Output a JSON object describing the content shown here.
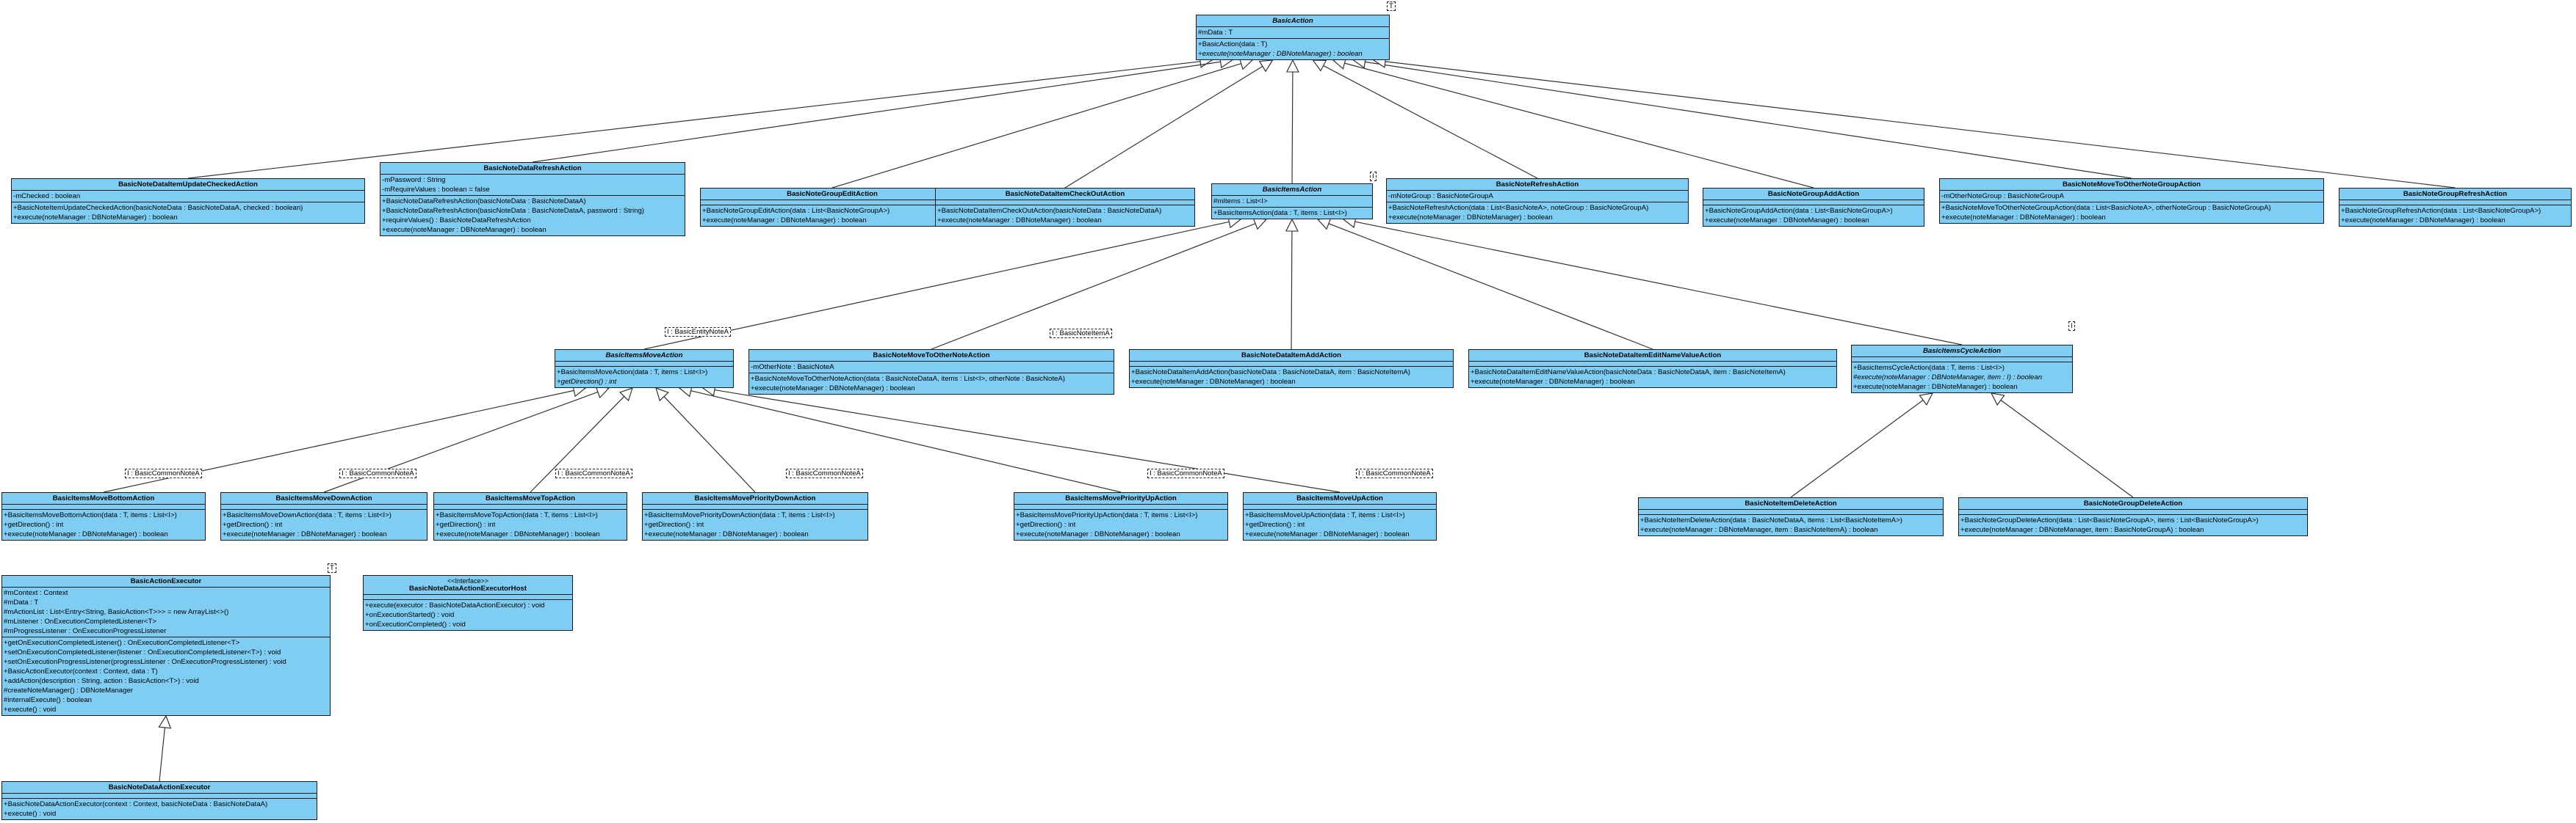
{
  "classes": [
    {
      "id": "basic_action",
      "name": "BasicAction",
      "abstract": true,
      "type_param": "T",
      "fields": [
        "#mData : T"
      ],
      "methods": [
        {
          "t": "+BasicAction(data : T)"
        },
        {
          "t": "+execute(noteManager : DBNoteManager) : boolean",
          "abs": true
        }
      ]
    },
    {
      "id": "update_checked",
      "name": "BasicNoteDataItemUpdateCheckedAction",
      "fields": [
        "-mChecked : boolean"
      ],
      "methods": [
        {
          "t": "+BasicNoteItemUpdateCheckedAction(basicNoteData : BasicNoteDataA, checked : boolean)"
        },
        {
          "t": "+execute(noteManager : DBNoteManager) : boolean"
        }
      ]
    },
    {
      "id": "refresh_action",
      "name": "BasicNoteDataRefreshAction",
      "fields": [
        "-mPassword : String",
        "-mRequireValues : boolean = false"
      ],
      "methods": [
        {
          "t": "+BasicNoteDataRefreshAction(basicNoteData : BasicNoteDataA)"
        },
        {
          "t": "+BasicNoteDataRefreshAction(basicNoteData : BasicNoteDataA, password : String)"
        },
        {
          "t": "+requireValues() : BasicNoteDataRefreshAction"
        },
        {
          "t": "+execute(noteManager : DBNoteManager) : boolean"
        }
      ]
    },
    {
      "id": "group_edit",
      "name": "BasicNoteGroupEditAction",
      "fields": [],
      "methods": [
        {
          "t": "+BasicNoteGroupEditAction(data : List<BasicNoteGroupA>)"
        },
        {
          "t": "+execute(noteManager : DBNoteManager) : boolean"
        }
      ]
    },
    {
      "id": "checkout",
      "name": "BasicNoteDataItemCheckOutAction",
      "fields": [],
      "methods": [
        {
          "t": "+BasicNoteDataItemCheckOutAction(basicNoteData : BasicNoteDataA)"
        },
        {
          "t": "+execute(noteManager : DBNoteManager) : boolean"
        }
      ]
    },
    {
      "id": "items_action",
      "name": "BasicItemsAction",
      "abstract": true,
      "type_param": "I",
      "fields": [
        "#mItems : List<I>"
      ],
      "methods": [
        {
          "t": "+BasicItemsAction(data : T, items : List<I>)"
        }
      ]
    },
    {
      "id": "note_refresh",
      "name": "BasicNoteRefreshAction",
      "fields": [
        "-mNoteGroup : BasicNoteGroupA"
      ],
      "methods": [
        {
          "t": "+BasicNoteRefreshAction(data : List<BasicNoteA>, noteGroup : BasicNoteGroupA)"
        },
        {
          "t": "+execute(noteManager : DBNoteManager) : boolean"
        }
      ]
    },
    {
      "id": "group_add",
      "name": "BasicNoteGroupAddAction",
      "fields": [],
      "methods": [
        {
          "t": "+BasicNoteGroupAddAction(data : List<BasicNoteGroupA>)"
        },
        {
          "t": "+execute(noteManager : DBNoteManager) : boolean"
        }
      ]
    },
    {
      "id": "move_other_group",
      "name": "BasicNoteMoveToOtherNoteGroupAction",
      "fields": [
        "-mOtherNoteGroup : BasicNoteGroupA"
      ],
      "methods": [
        {
          "t": "+BasicNoteMoveToOtherNoteGroupAction(data : List<BasicNoteA>, otherNoteGroup : BasicNoteGroupA)"
        },
        {
          "t": "+execute(noteManager : DBNoteManager) : boolean"
        }
      ]
    },
    {
      "id": "group_refresh",
      "name": "BasicNoteGroupRefreshAction",
      "fields": [],
      "methods": [
        {
          "t": "+BasicNoteGroupRefreshAction(data : List<BasicNoteGroupA>)"
        },
        {
          "t": "+execute(noteManager : DBNoteManager) : boolean"
        }
      ]
    },
    {
      "id": "move_action",
      "name": "BasicItemsMoveAction",
      "abstract": true,
      "type_param": "I : BasicEntityNoteA",
      "fields": [],
      "methods": [
        {
          "t": "+BasicItemsMoveAction(data : T, items : List<I>)"
        },
        {
          "t": "+getDirection() : int",
          "abs": true
        }
      ]
    },
    {
      "id": "move_other_note",
      "name": "BasicNoteMoveToOtherNoteAction",
      "type_param": "I : BasicNoteItemA",
      "fields": [
        "-mOtherNote : BasicNoteA"
      ],
      "methods": [
        {
          "t": "+BasicNoteMoveToOtherNoteAction(data : BasicNoteDataA, items : List<I>, otherNote : BasicNoteA)"
        },
        {
          "t": "+execute(noteManager : DBNoteManager) : boolean"
        }
      ]
    },
    {
      "id": "item_add",
      "name": "BasicNoteDataItemAddAction",
      "fields": [],
      "methods": [
        {
          "t": "+BasicNoteDataItemAddAction(basicNoteData : BasicNoteDataA, item : BasicNoteItemA)"
        },
        {
          "t": "+execute(noteManager : DBNoteManager) : boolean"
        }
      ]
    },
    {
      "id": "item_edit_name",
      "name": "BasicNoteDataItemEditNameValueAction",
      "fields": [],
      "methods": [
        {
          "t": "+BasicNoteDataItemEditNameValueAction(basicNoteData : BasicNoteDataA, item : BasicNoteItemA)"
        },
        {
          "t": "+execute(noteManager : DBNoteManager) : boolean"
        }
      ]
    },
    {
      "id": "cycle_action",
      "name": "BasicItemsCycleAction",
      "abstract": true,
      "type_param": "I",
      "fields": [],
      "methods": [
        {
          "t": "+BasicItemsCycleAction(data : T, items : List<I>)"
        },
        {
          "t": "#execute(noteManager : DBNoteManager, item : I) : boolean",
          "abs": true
        },
        {
          "t": "+execute(noteManager : DBNoteManager) : boolean"
        }
      ]
    },
    {
      "id": "move_bottom",
      "name": "BasicItemsMoveBottomAction",
      "type_param": "I : BasicCommonNoteA",
      "fields": [],
      "methods": [
        {
          "t": "+BasicItemsMoveBottomAction(data : T, items : List<I>)"
        },
        {
          "t": "+getDirection() : int"
        },
        {
          "t": "+execute(noteManager : DBNoteManager) : boolean"
        }
      ]
    },
    {
      "id": "move_down",
      "name": "BasicItemsMoveDownAction",
      "type_param": "I : BasicCommonNoteA",
      "fields": [],
      "methods": [
        {
          "t": "+BasicItemsMoveDownAction(data : T, items : List<I>)"
        },
        {
          "t": "+getDirection() : int"
        },
        {
          "t": "+execute(noteManager : DBNoteManager) : boolean"
        }
      ]
    },
    {
      "id": "move_top",
      "name": "BasicItemsMoveTopAction",
      "type_param": "I : BasicCommonNoteA",
      "fields": [],
      "methods": [
        {
          "t": "+BasicItemsMoveTopAction(data : T, items : List<I>)"
        },
        {
          "t": "+getDirection() : int"
        },
        {
          "t": "+execute(noteManager : DBNoteManager) : boolean"
        }
      ]
    },
    {
      "id": "move_prio_down",
      "name": "BasicItemsMovePriorityDownAction",
      "type_param": "I : BasicCommonNoteA",
      "fields": [],
      "methods": [
        {
          "t": "+BasicItemsMovePriorityDownAction(data : T, items : List<I>)"
        },
        {
          "t": "+getDirection() : int"
        },
        {
          "t": "+execute(noteManager : DBNoteManager) : boolean"
        }
      ]
    },
    {
      "id": "move_prio_up",
      "name": "BasicItemsMovePriorityUpAction",
      "type_param": "I : BasicCommonNoteA",
      "fields": [],
      "methods": [
        {
          "t": "+BasicItemsMovePriorityUpAction(data : T, items : List<I>)"
        },
        {
          "t": "+getDirection() : int"
        },
        {
          "t": "+execute(noteManager : DBNoteManager) : boolean"
        }
      ]
    },
    {
      "id": "move_up",
      "name": "BasicItemsMoveUpAction",
      "type_param": "I : BasicCommonNoteA",
      "fields": [],
      "methods": [
        {
          "t": "+BasicItemsMoveUpAction(data : T, items : List<I>)"
        },
        {
          "t": "+getDirection() : int"
        },
        {
          "t": "+execute(noteManager : DBNoteManager) : boolean"
        }
      ]
    },
    {
      "id": "item_delete",
      "name": "BasicNoteItemDeleteAction",
      "fields": [],
      "methods": [
        {
          "t": "+BasicNoteItemDeleteAction(data : BasicNoteDataA, items : List<BasicNoteItemA>)"
        },
        {
          "t": "+execute(noteManager : DBNoteManager, item : BasicNoteItemA) : boolean"
        }
      ]
    },
    {
      "id": "group_delete",
      "name": "BasicNoteGroupDeleteAction",
      "fields": [],
      "methods": [
        {
          "t": "+BasicNoteGroupDeleteAction(data : List<BasicNoteGroupA>, items : List<BasicNoteGroupA>)"
        },
        {
          "t": "+execute(noteManager : DBNoteManager, item : BasicNoteGroupA) : boolean"
        }
      ]
    },
    {
      "id": "executor",
      "name": "BasicActionExecutor",
      "type_param": "T",
      "fields": [
        "#mContext : Context",
        "#mData : T",
        "#mActionList : List<Entry<String, BasicAction<T>>> = new ArrayList<>()",
        "#mListener : OnExecutionCompletedListener<T>",
        "#mProgressListener : OnExecutionProgressListener"
      ],
      "methods": [
        {
          "t": "+getOnExecutionCompletedListener() : OnExecutionCompletedListener<T>"
        },
        {
          "t": "+setOnExecutionCompletedListener(listener : OnExecutionCompletedListener<T>) : void"
        },
        {
          "t": "+setOnExecutionProgressListener(progressListener : OnExecutionProgressListener) : void"
        },
        {
          "t": "+BasicActionExecutor(context : Context, data : T)"
        },
        {
          "t": "+addAction(description : String, action : BasicAction<T>) : void"
        },
        {
          "t": "#createNoteManager() : DBNoteManager"
        },
        {
          "t": "#internalExecute() : boolean"
        },
        {
          "t": "+execute() : void"
        }
      ]
    },
    {
      "id": "executor_host",
      "name": "BasicNoteDataActionExecutorHost",
      "stereotype": "<<Interface>>",
      "fields": [],
      "methods": [
        {
          "t": "+execute(executor : BasicNoteDataActionExecutor) : void"
        },
        {
          "t": "+onExecutionStarted() : void"
        },
        {
          "t": "+onExecutionCompleted() : void"
        }
      ]
    },
    {
      "id": "data_executor",
      "name": "BasicNoteDataActionExecutor",
      "fields": [],
      "methods": [
        {
          "t": "+BasicNoteDataActionExecutor(context : Context, basicNoteData : BasicNoteDataA)"
        },
        {
          "t": "+execute() : void"
        }
      ]
    }
  ],
  "generalizations": [
    {
      "child": "update_checked",
      "parent": "basic_action"
    },
    {
      "child": "refresh_action",
      "parent": "basic_action"
    },
    {
      "child": "group_edit",
      "parent": "basic_action"
    },
    {
      "child": "checkout",
      "parent": "basic_action"
    },
    {
      "child": "items_action",
      "parent": "basic_action"
    },
    {
      "child": "note_refresh",
      "parent": "basic_action"
    },
    {
      "child": "group_add",
      "parent": "basic_action"
    },
    {
      "child": "move_other_group",
      "parent": "basic_action"
    },
    {
      "child": "group_refresh",
      "parent": "basic_action"
    },
    {
      "child": "move_action",
      "parent": "items_action"
    },
    {
      "child": "move_other_note",
      "parent": "items_action"
    },
    {
      "child": "item_add",
      "parent": "items_action"
    },
    {
      "child": "item_edit_name",
      "parent": "items_action"
    },
    {
      "child": "cycle_action",
      "parent": "items_action"
    },
    {
      "child": "move_bottom",
      "parent": "move_action"
    },
    {
      "child": "move_down",
      "parent": "move_action"
    },
    {
      "child": "move_top",
      "parent": "move_action"
    },
    {
      "child": "move_prio_down",
      "parent": "move_action"
    },
    {
      "child": "move_prio_up",
      "parent": "move_action"
    },
    {
      "child": "move_up",
      "parent": "move_action"
    },
    {
      "child": "item_delete",
      "parent": "cycle_action"
    },
    {
      "child": "group_delete",
      "parent": "cycle_action"
    },
    {
      "child": "data_executor",
      "parent": "executor"
    }
  ],
  "colors": {
    "class_fill": "#7fcdf2",
    "border": "#1a1a1a",
    "edge": "#333333",
    "background": "#ffffff"
  }
}
